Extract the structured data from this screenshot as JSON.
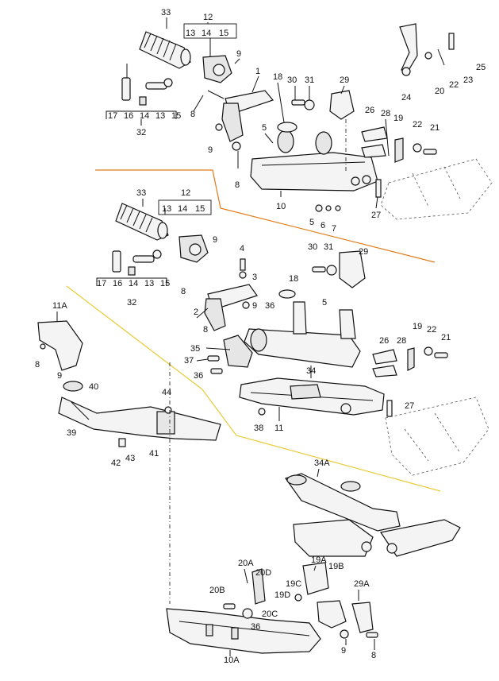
{
  "callouts": {
    "c33a": "33",
    "c12a": "12",
    "c13a": "13",
    "c14a": "14",
    "c15a": "15",
    "c9a": "9",
    "c1": "1",
    "c18a": "18",
    "c30a": "30",
    "c31a": "31",
    "c29a": "29",
    "c17a": "17",
    "c16a": "16",
    "c14b": "14",
    "c13b": "13",
    "c15b": "15",
    "c8a": "8",
    "c32a": "32",
    "c5a": "5",
    "c9b": "9",
    "c8b": "8",
    "c10": "10",
    "c5b": "5",
    "c6": "6",
    "c7": "7",
    "c27a": "27",
    "c26a": "26",
    "c28a": "28",
    "c19a": "19",
    "c22a": "22",
    "c21a": "21",
    "c25": "25",
    "c23": "23",
    "c22b": "22",
    "c20": "20",
    "c24": "24",
    "c33b": "33",
    "c12b": "12",
    "c13c": "13",
    "c14c": "14",
    "c15c": "15",
    "c9c": "9",
    "c4": "4",
    "c3": "3",
    "c17b": "17",
    "c16b": "16",
    "c14d": "14",
    "c13d": "13",
    "c15d": "15",
    "c8c": "8",
    "c32b": "32",
    "c30b": "30",
    "c31b": "31",
    "c29b": "29",
    "c18b": "18",
    "c5c": "5",
    "c2": "2",
    "c9d": "9",
    "c36a": "36",
    "c8d": "8",
    "c35": "35",
    "c37": "37",
    "c36b": "36",
    "c34": "34",
    "c26b": "26",
    "c28b": "28",
    "c19b": "19",
    "c22c": "22",
    "c21b": "21",
    "c27b": "27",
    "c38": "38",
    "c11": "11",
    "c11A": "11A",
    "c8e": "8",
    "c9e": "9",
    "c40": "40",
    "c39": "39",
    "c44": "44",
    "c42": "42",
    "c43": "43",
    "c41": "41",
    "c34A": "34A",
    "c20A": "20A",
    "c20D": "20D",
    "c19A": "19A",
    "c19B": "19B",
    "c19C": "19C",
    "c20B": "20B",
    "c19D": "19D",
    "c29A": "29A",
    "c20C": "20C",
    "c36c": "36",
    "c9f": "9",
    "c8f": "8",
    "c10A": "10A"
  }
}
